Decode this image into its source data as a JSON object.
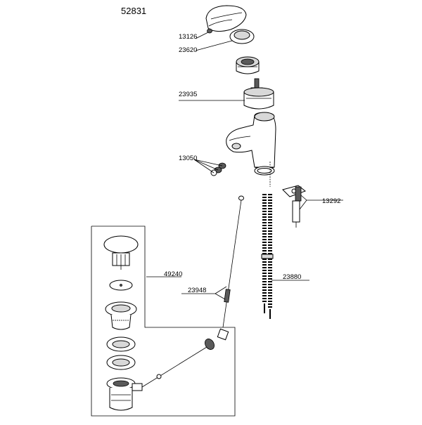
{
  "diagram": {
    "title": "52831",
    "part_numbers": {
      "handle_screw": "13126",
      "cap_ring": "23620",
      "cartridge": "23935",
      "aerator": "13050",
      "mounting_set": "13292",
      "waste_set": "49240",
      "pop_up_rod": "23948",
      "flexible_hoses": "23880"
    }
  }
}
